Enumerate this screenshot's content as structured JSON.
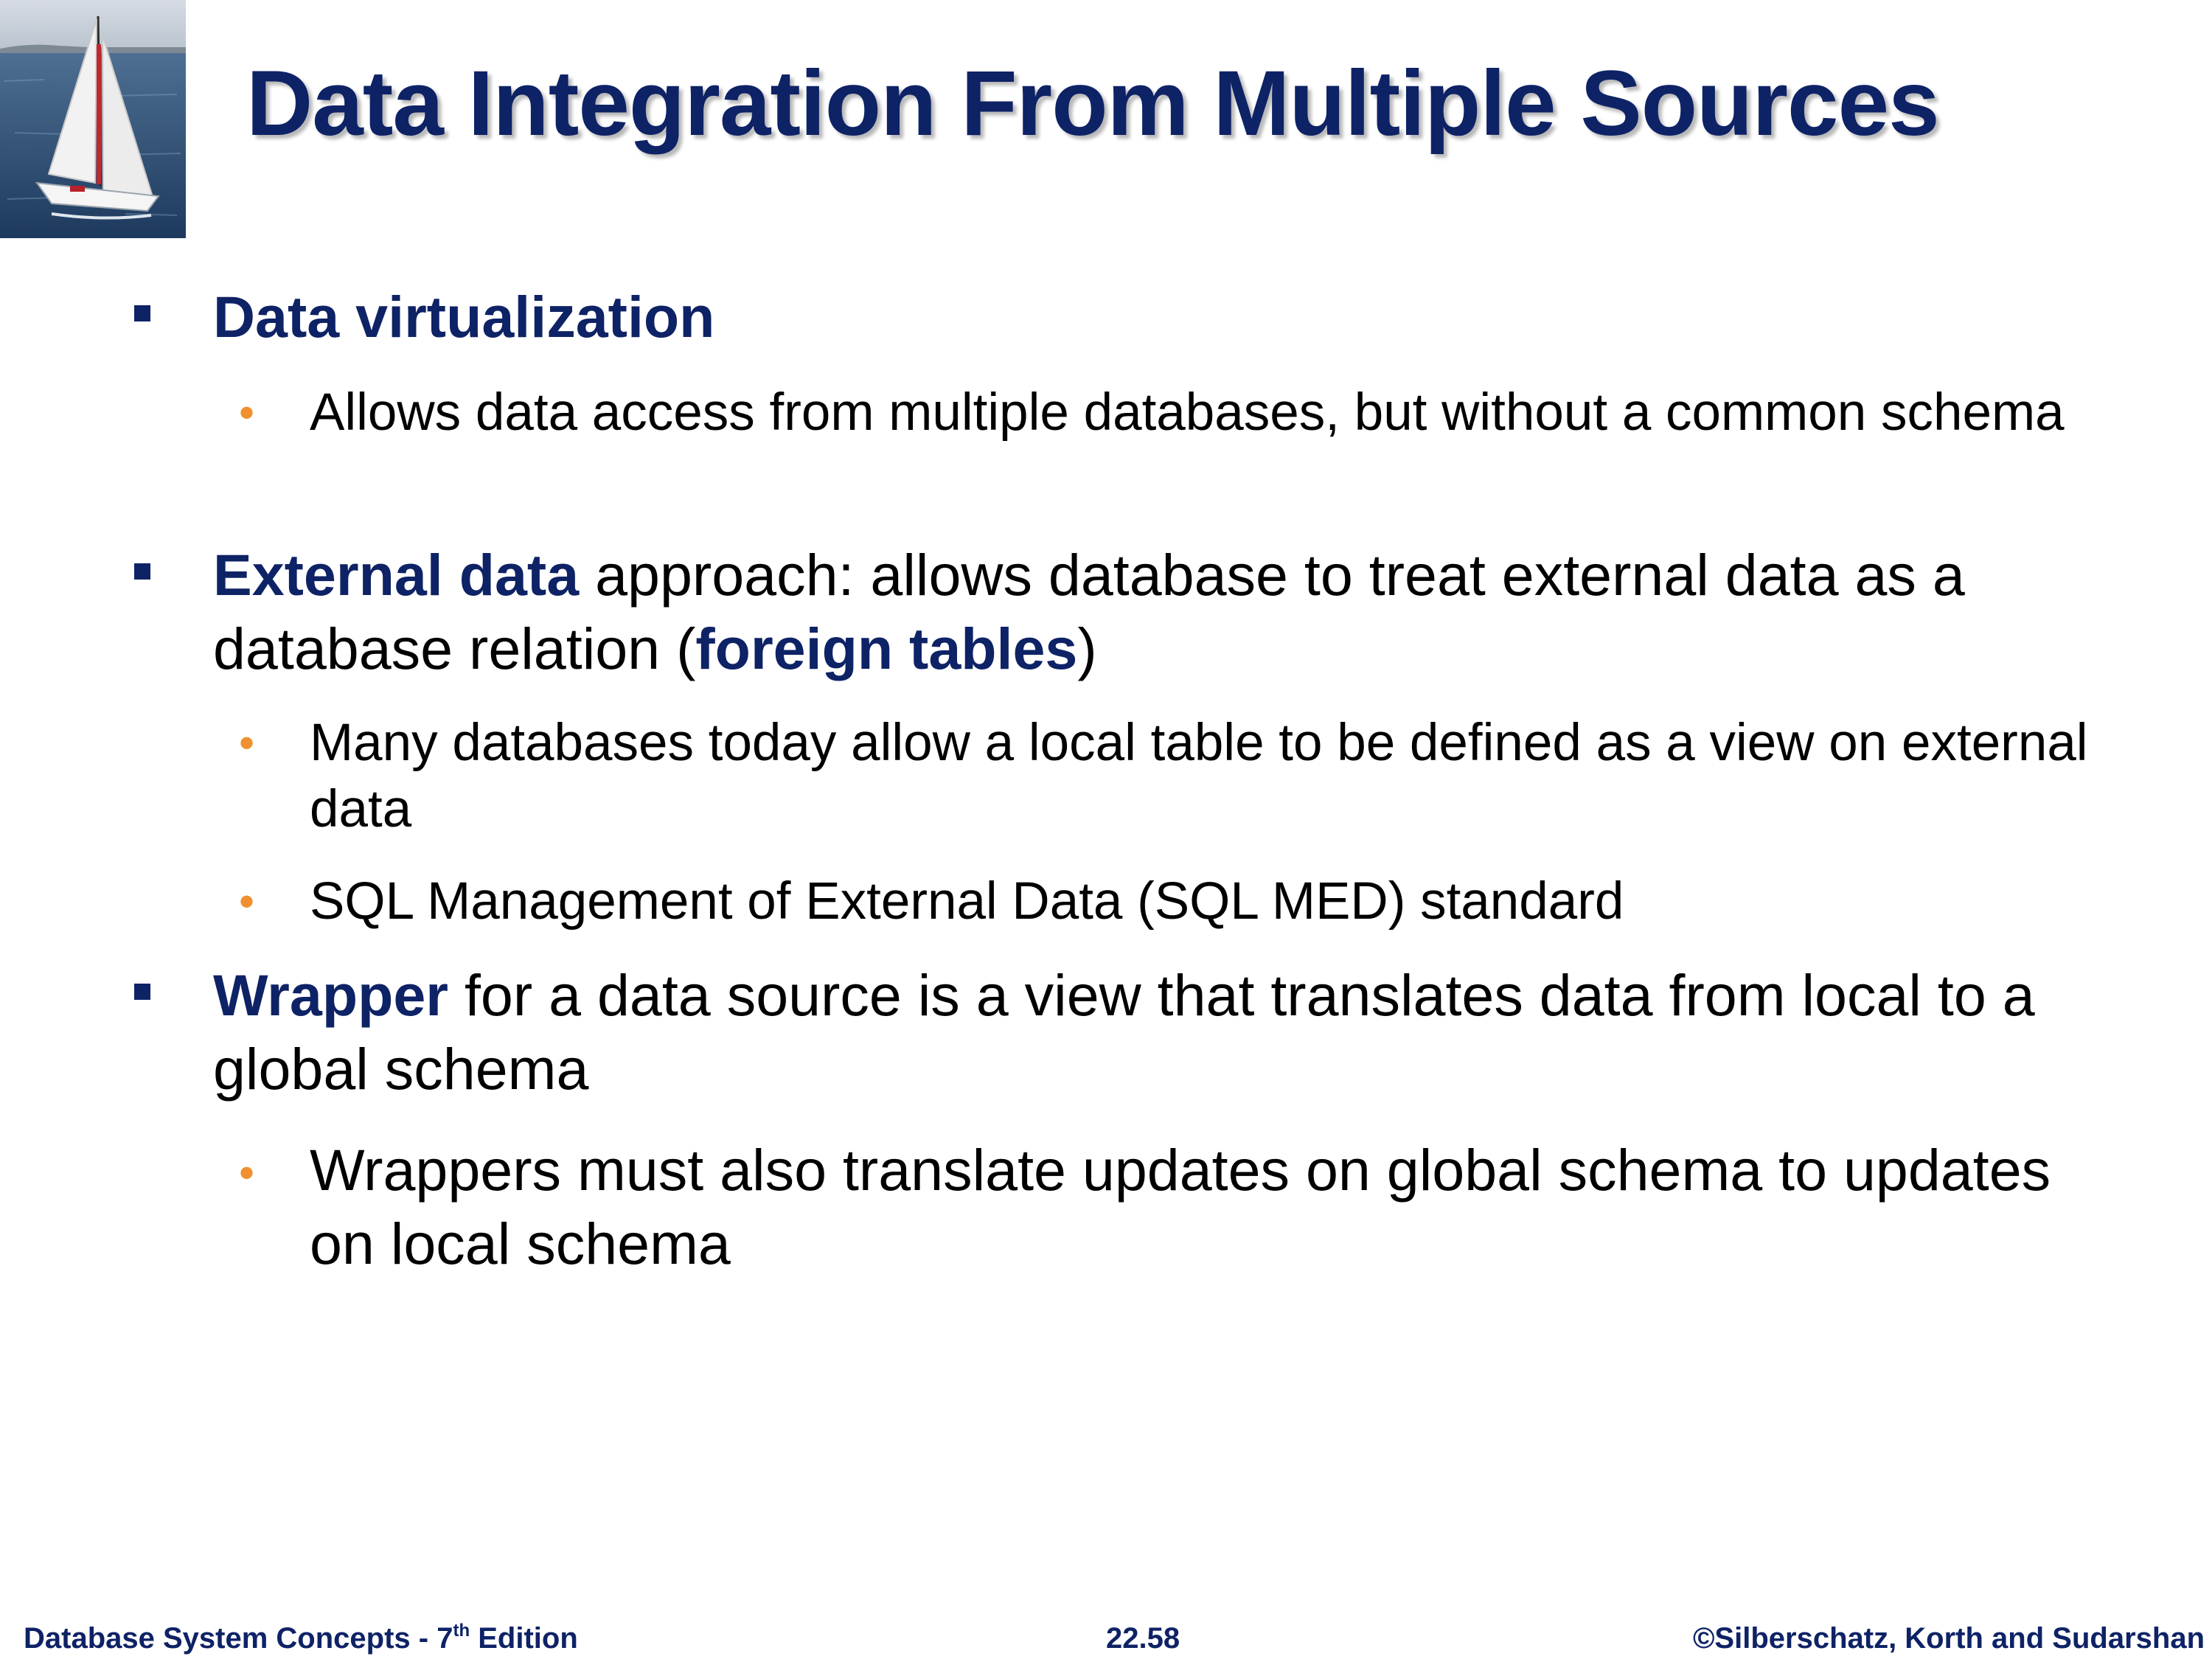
{
  "slide": {
    "title": "Data Integration From Multiple Sources",
    "bullets": [
      {
        "bold": "Data virtualization",
        "rest": "",
        "sub": [
          "Allows data access from multiple databases, but without a common schema"
        ]
      },
      {
        "bold": "External data",
        "rest_before": " approach: allows database to treat external data as a database relation (",
        "bold2": "foreign tables",
        "rest_after": ")",
        "sub": [
          "Many databases today allow a local table to be defined as a view on external data",
          "SQL Management of External Data (SQL MED) standard"
        ]
      },
      {
        "bold": "Wrapper",
        "rest": " for a data source is a view that translates data from local to a global schema",
        "sub": [
          "Wrappers must also translate updates on global schema to updates on local schema"
        ]
      }
    ]
  },
  "footer": {
    "book_prefix": "Database System Concepts - 7",
    "book_sup": "th",
    "book_suffix": " Edition",
    "page": "22.58",
    "copyright": "©Silberschatz, Korth and Sudarshan"
  },
  "colors": {
    "title": "#0e2266",
    "emphasis": "#0e2266",
    "sub_bullet": "#f0902f",
    "footer": "#0e2266"
  },
  "icons": {
    "logo": "sailboat-photo",
    "level1_bullet": "square-bullet",
    "level2_bullet": "round-bullet"
  }
}
